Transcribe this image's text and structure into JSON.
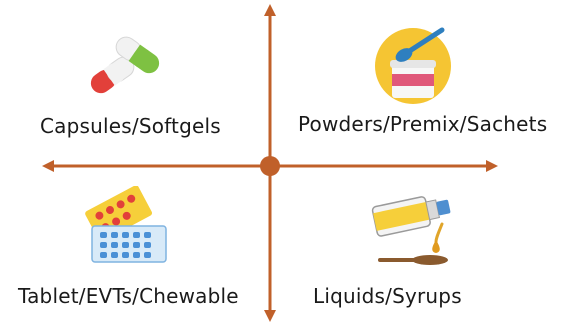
{
  "quadrants": {
    "top_left": {
      "label": "Capsules/Softgels",
      "icon": "capsules-icon"
    },
    "top_right": {
      "label": "Powders/Premix/Sachets",
      "icon": "powder-jar-icon"
    },
    "bottom_left": {
      "label": "Tablet/EVTs/Chewable",
      "icon": "tablet-blister-icon"
    },
    "bottom_right": {
      "label": "Liquids/Syrups",
      "icon": "syrup-bottle-icon"
    }
  },
  "colors": {
    "axis": "#c0602a",
    "text": "#1a1a1a"
  }
}
